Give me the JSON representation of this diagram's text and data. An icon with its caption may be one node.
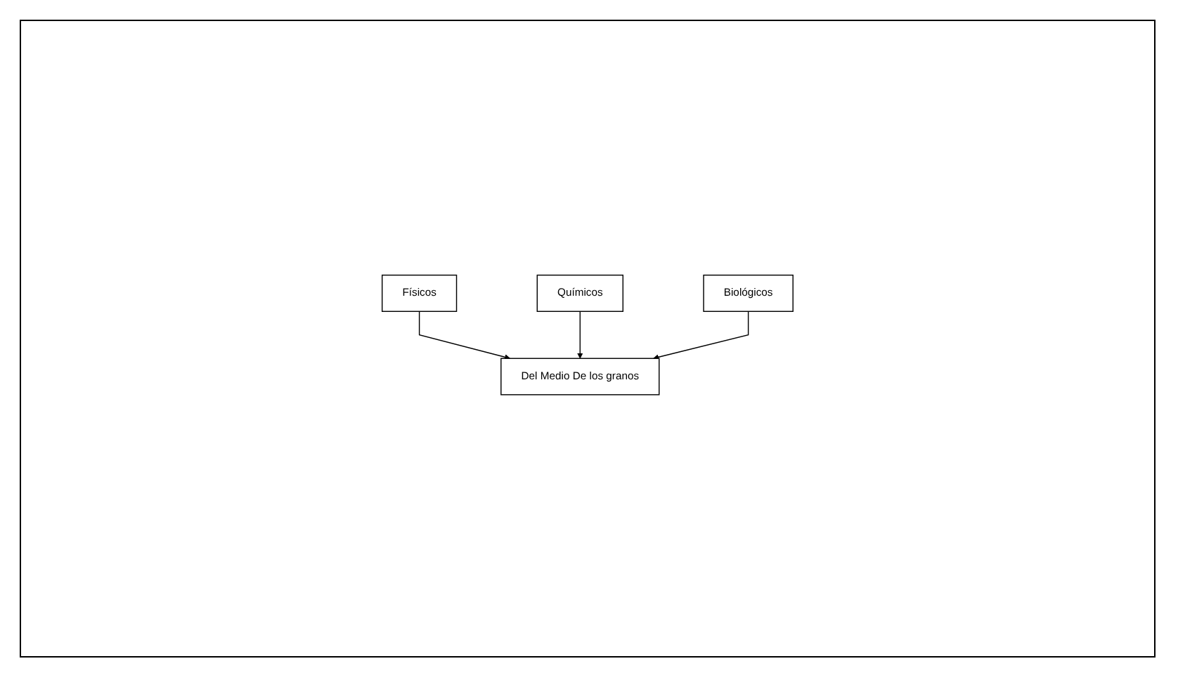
{
  "diagram": {
    "nodes": [
      {
        "text": [
          "Físicos"
        ]
      },
      {
        "text": [
          "Químicos"
        ]
      },
      {
        "text": [
          "Del Medio De los granos"
        ]
      },
      {
        "text": [
          "Biológicos"
        ]
      }
    ],
    "edges": [
      {
        "from": 0,
        "to": 2,
        "arrow": "to"
      },
      {
        "from": 1,
        "to": 2,
        "arrow": "to"
      },
      {
        "from": 3,
        "to": 2,
        "arrow": "to"
      }
    ]
  }
}
